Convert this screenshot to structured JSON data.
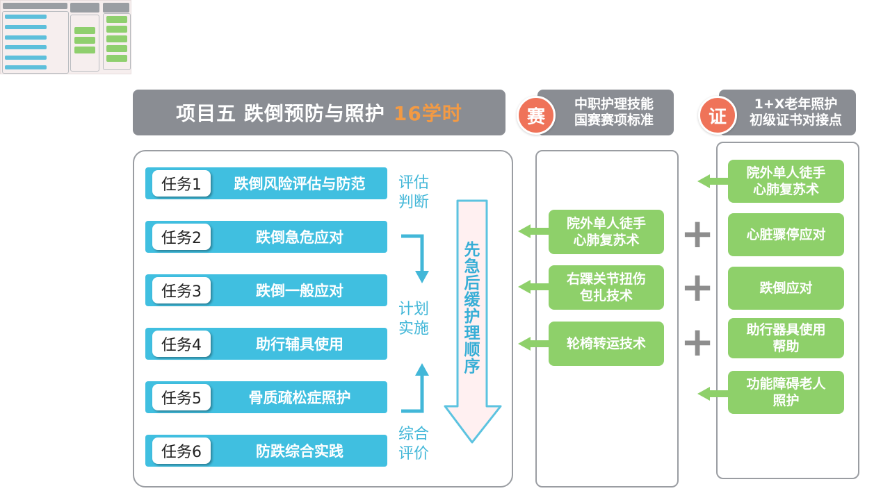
{
  "title": {
    "main": "项目五 跌倒预防与照护",
    "hours": "16学时"
  },
  "competition": {
    "badge": "赛",
    "line1": "中职护理技能",
    "line2": "国赛赛项标准"
  },
  "certificate": {
    "badge": "证",
    "line1": "1+X老年照护",
    "line2": "初级证书对接点"
  },
  "tasks": [
    {
      "tag": "任务1",
      "name": "跌倒风险评估与防范"
    },
    {
      "tag": "任务2",
      "name": "跌倒急危应对"
    },
    {
      "tag": "任务3",
      "name": "跌倒一般应对"
    },
    {
      "tag": "任务4",
      "name": "助行辅具使用"
    },
    {
      "tag": "任务5",
      "name": "骨质疏松症照护"
    },
    {
      "tag": "任务6",
      "name": "防跌综合实践"
    }
  ],
  "stages": [
    {
      "l1": "评估",
      "l2": "判断"
    },
    {
      "l1": "计划",
      "l2": "实施"
    },
    {
      "l1": "综合",
      "l2": "评价"
    }
  ],
  "sequence_label": "先急后缓护理顺序",
  "competition_items": [
    {
      "l1": "院外单人徒手",
      "l2": "心肺复苏术"
    },
    {
      "l1": "右踝关节扭伤",
      "l2": "包扎技术"
    },
    {
      "l1": "轮椅转运技术",
      "l2": ""
    }
  ],
  "plus_sign": "+",
  "certificate_items": [
    {
      "l1": "院外单人徒手",
      "l2": "心肺复苏术"
    },
    {
      "l1": "心脏骤停应对",
      "l2": ""
    },
    {
      "l1": "跌倒应对",
      "l2": ""
    },
    {
      "l1": "助行器具使用",
      "l2": "帮助"
    },
    {
      "l1": "功能障碍老人",
      "l2": "照护"
    }
  ],
  "colors": {
    "task_blue": "#40bfe0",
    "green": "#8ed06a",
    "title_gray": "#8a8d93",
    "badge_red": "#ef7359",
    "accent_orange": "#f39a44"
  }
}
